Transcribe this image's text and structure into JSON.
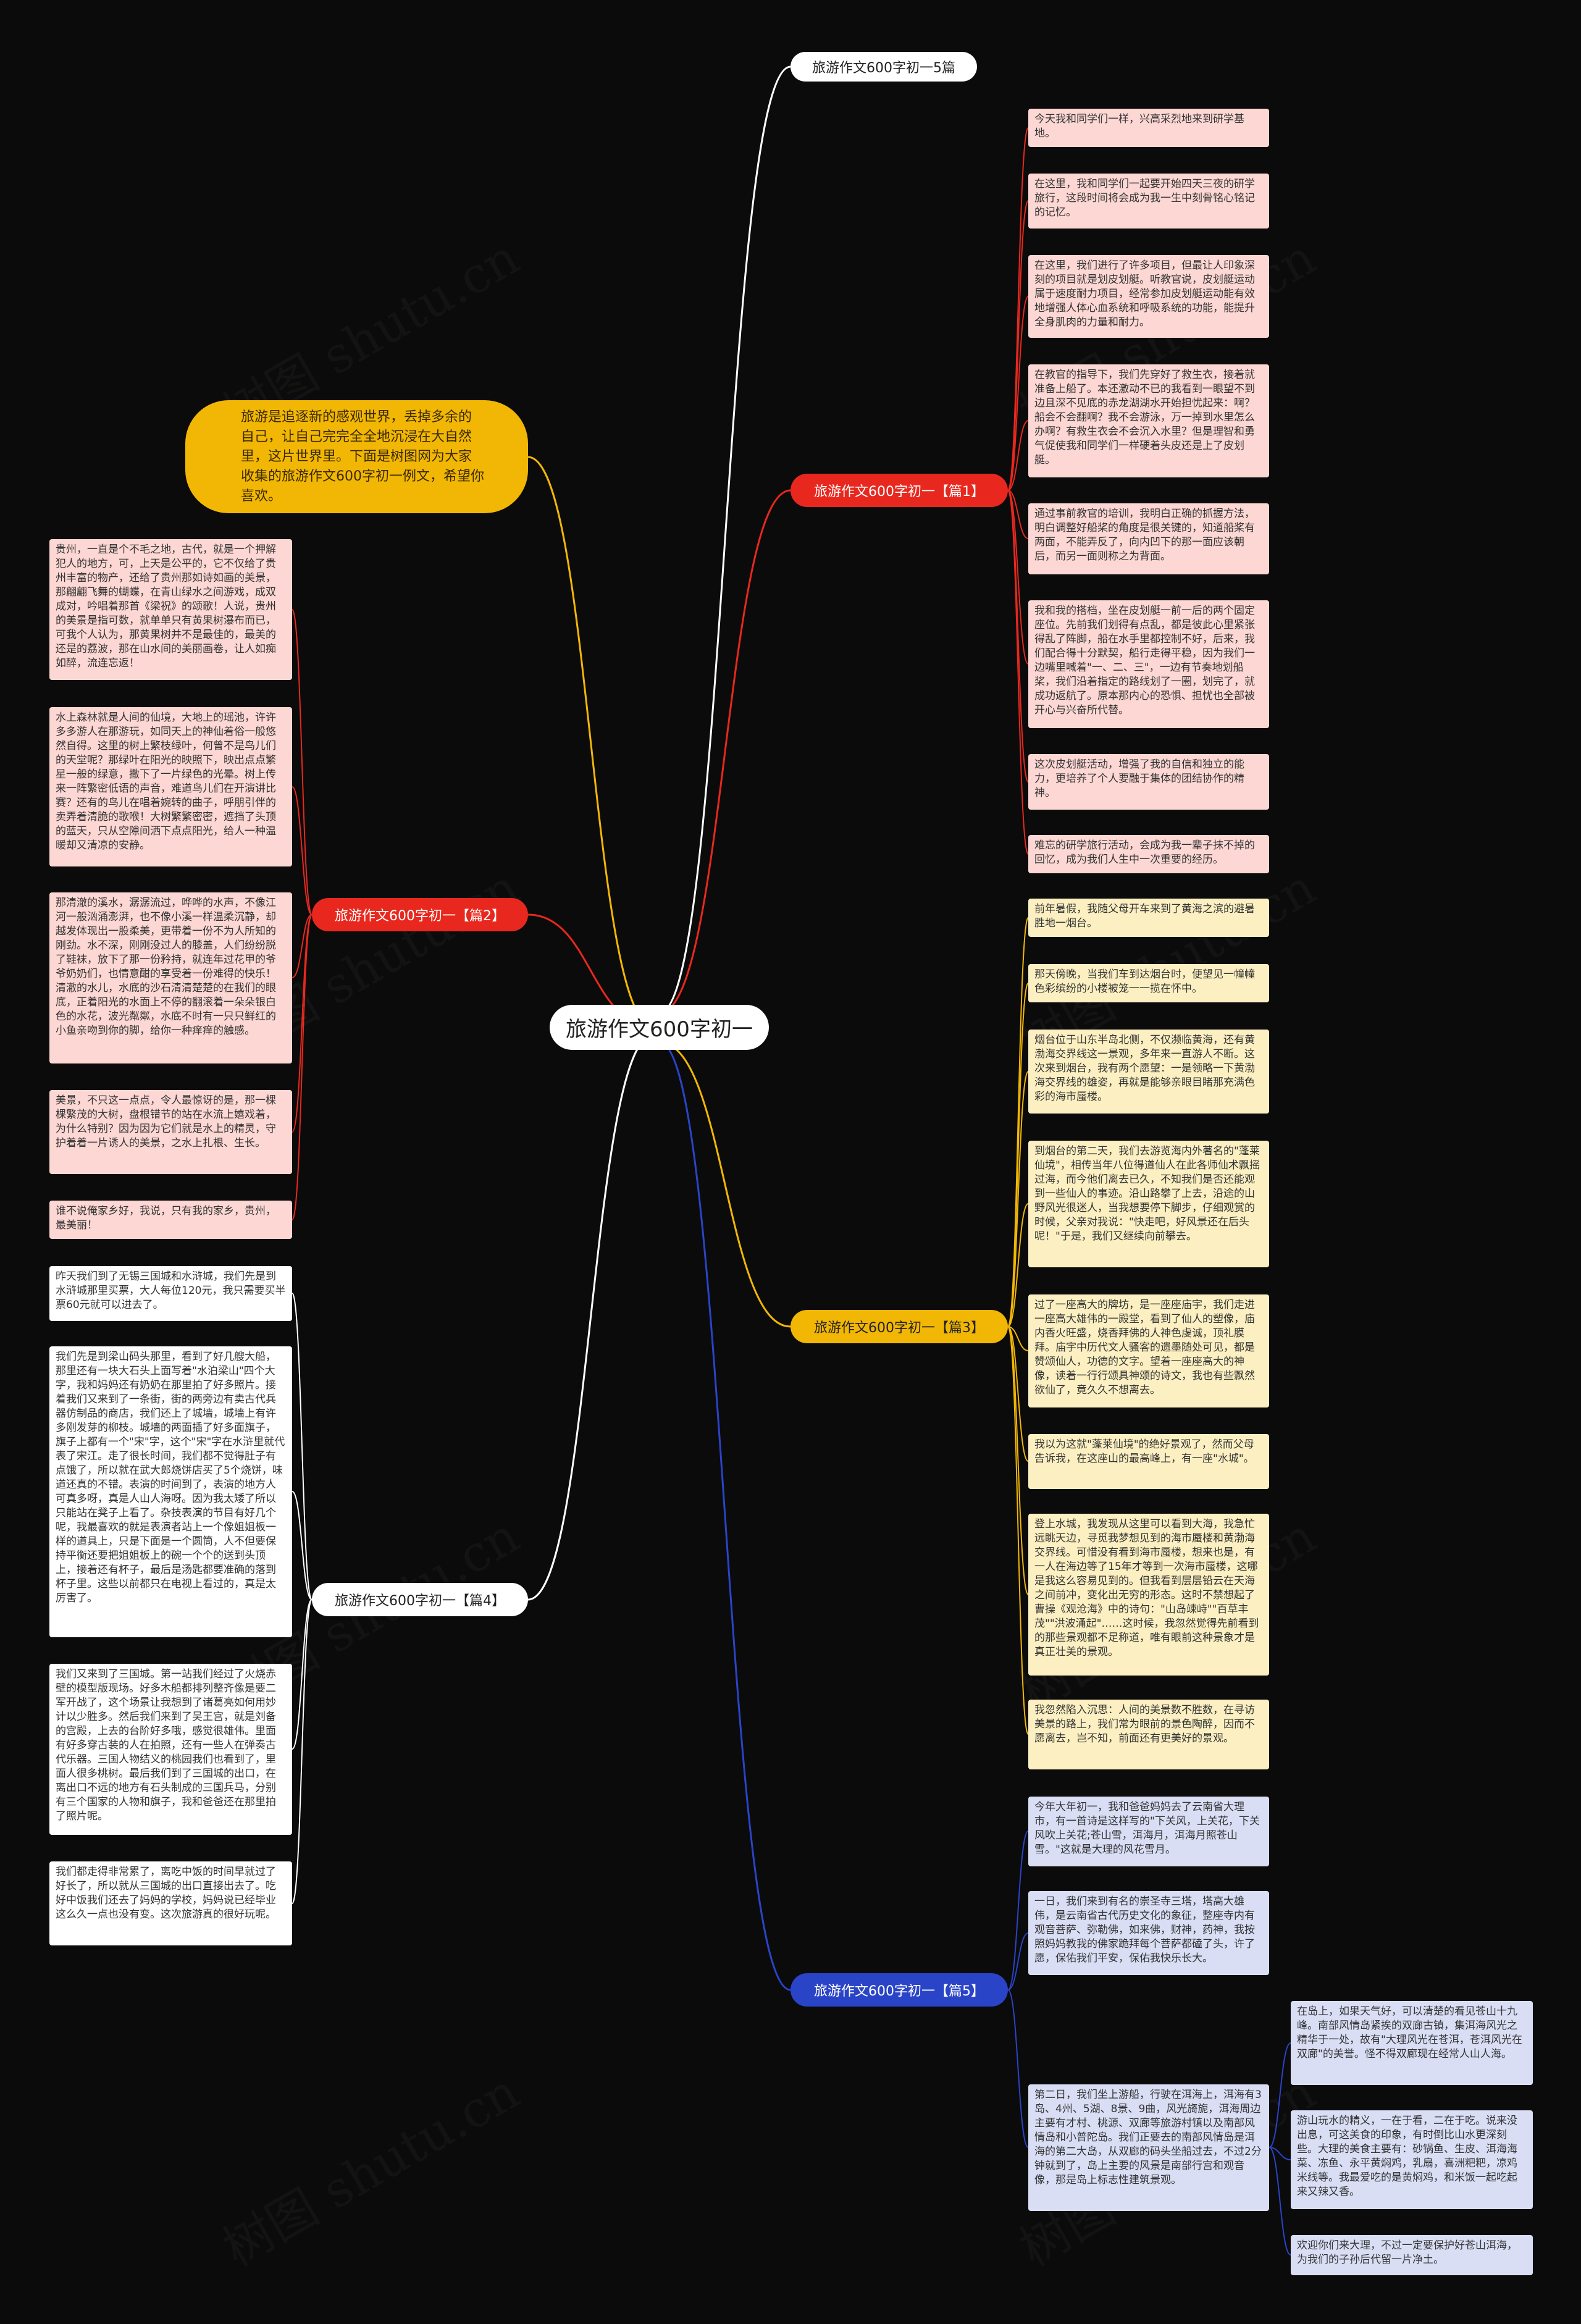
{
  "root": {
    "label": "旅游作文600字初一"
  },
  "intro": {
    "text": "旅游是追逐新的感观世界，丢掉多余的自己，让自己完完全全地沉浸在大自然里，这片世界里。下面是树图网为大家收集的旅游作文600字初一例文，希望你喜欢。"
  },
  "branches": {
    "b0": {
      "label": "旅游作文600字初一5篇"
    },
    "b1": {
      "label": "旅游作文600字初一【篇1】",
      "leaves": [
        "今天我和同学们一样，兴高采烈地来到研学基地。",
        "在这里，我和同学们一起要开始四天三夜的研学旅行，这段时间将会成为我一生中刻骨铭心铭记的记忆。",
        "在这里，我们进行了许多项目，但最让人印象深刻的项目就是划皮划艇。听教官说，皮划艇运动属于速度耐力项目，经常参加皮划艇运动能有效地增强人体心血系统和呼吸系统的功能，能提升全身肌肉的力量和耐力。",
        "在教官的指导下，我们先穿好了救生衣，接着就准备上船了。本还激动不已的我看到一眼望不到边且深不见底的赤龙湖湖水开始担忧起来：啊？船会不会翻啊？我不会游泳，万一掉到水里怎么办啊？有救生衣会不会沉入水里？但是理智和勇气促使我和同学们一样硬着头皮还是上了皮划艇。",
        "通过事前教官的培训，我明白正确的抓握方法，明白调整好船桨的角度是很关键的，知道船桨有两面，不能弄反了，向内凹下的那一面应该朝后，而另一面则称之为背面。",
        "我和我的搭档，坐在皮划艇一前一后的两个固定座位。先前我们划得有点乱，都是彼此心里紧张得乱了阵脚，船在水手里都控制不好，后来，我们配合得十分默契，船行走得平稳，因为我们一边嘴里喊着\"一、二、三\"，一边有节奏地划船桨，我们沿着指定的路线划了一圈，划完了，就成功返航了。原本那内心的恐惧、担忧也全部被开心与兴奋所代替。",
        "这次皮划艇活动，增强了我的自信和独立的能力，更培养了个人要融于集体的团结协作的精神。",
        "难忘的研学旅行活动，会成为我一辈子抹不掉的回忆，成为我们人生中一次重要的经历。"
      ]
    },
    "b2": {
      "label": "旅游作文600字初一【篇2】",
      "leaves": [
        "贵州，一直是个不毛之地，古代，就是一个押解犯人的地方，可，上天是公平的，它不仅给了贵州丰富的物产，还给了贵州那如诗如画的美景，那翩翩飞舞的蝴蝶，在青山绿水之间游戏，成双成对，吟唱着那首《梁祝》的颂歌！人说，贵州的美景是指可数，就单单只有黄果树瀑布而已，可我个人认为，那黄果树并不是最佳的，最美的还是的荔波，那在山水间的美丽画卷，让人如痴如醉，流连忘返！",
        "水上森林就是人间的仙境，大地上的瑶池，许许多多游人在那游玩，如同天上的神仙着俗一般悠然自得。这里的树上繁枝绿叶，何曾不是鸟儿们的天堂呢？那绿叶在阳光的映照下，映出点点繁星一般的绿意，撒下了一片绿色的光晕。树上传来一阵繁密低语的声音，难道鸟儿们在开演讲比赛？还有的鸟儿在唱着婉转的曲子，呼朋引伴的卖弄着清脆的歌喉！大树繁繁密密，遮挡了头顶的蓝天，只从空隙间洒下点点阳光，给人一种温暖却又清凉的安静。",
        "那清澈的溪水，潺潺流过，哗哗的水声，不像江河一般汹涌澎湃，也不像小溪一样温柔沉静，却越发体现出一股柔美，更带着一份不为人所知的刚劲。水不深，刚刚没过人的膝盖，人们纷纷脱了鞋袜，放下了那一份矜持，就连年过花甲的爷爷奶奶们，也情意酣的享受着一份难得的快乐！清澈的水儿，水底的沙石清清楚楚的在我们的眼底，正着阳光的水面上不停的翻滚着一朵朵银白色的水花，波光粼粼，水底不时有一只只鲜红的小鱼亲吻到你的脚，给你一种痒痒的触感。",
        "美景，不只这一点点，令人最惊讶的是，那一棵棵繁茂的大树，盘根错节的站在水流上嬉戏着，为什么特别？因为因为它们就是水上的精灵，守护着着一片诱人的美景，之水上扎根、生长。",
        "谁不说俺家乡好，我说，只有我的家乡，贵州，最美丽！"
      ]
    },
    "b3": {
      "label": "旅游作文600字初一【篇3】",
      "leaves": [
        "前年暑假，我随父母开车来到了黄海之滨的避暑胜地一烟台。",
        "那天傍晚，当我们车到达烟台时，便望见一幢幢色彩缤纷的小楼被笼一一揽在怀中。",
        "烟台位于山东半岛北侧，不仅濒临黄海，还有黄渤海交界线这一景观，多年来一直游人不断。这次来到烟台，我有两个愿望：一是领略一下黄渤海交界线的雄姿，再就是能够亲眼目睹那充满色彩的海市蜃楼。",
        "到烟台的第二天，我们去游览海内外著名的\"蓬莱仙境\"，相传当年八位得道仙人在此各师仙术飘摇过海，而今他们离去已久，不知我们是否还能观到一些仙人的事迹。沿山路攀了上去，沿途的山野风光很迷人，当我想要停下脚步，仔细观赏的时候，父亲对我说：\"快走吧，好风景还在后头呢！\"于是，我们又继续向前攀去。",
        "过了一座高大的牌坊，是一座座庙宇，我们走进一座高大雄伟的一殿堂，看到了仙人的塑像，庙内香火旺盛，烧香拜佛的人神色虔诚，顶礼膜拜。庙宇中历代文人骚客的遗墨随处可见，都是赞颂仙人，功德的文字。望着一座座高大的神像，读着一行行颂具神颂的诗文，我也有些飘然欲仙了，竟久久不想离去。",
        "我以为这就\"蓬莱仙境\"的绝好景观了，然而父母告诉我，在这座山的最高峰上，有一座\"水城\"。",
        "登上水城，我发现从这里可以看到大海，我急忙远眺天边，寻觅我梦想见到的海市蜃楼和黄渤海交界线。可惜没有看到海市蜃楼，想来也是，有一人在海边等了15年才等到一次海市蜃楼，这哪是我这么容易见到的。但我看到层层铅云在天海之间前冲，变化出无穷的形态。这时不禁想起了曹操《观沧海》中的诗句：\"山岛竦峙\"\"百草丰茂\"\"洪波涌起\"……这时候，我忽然觉得先前看到的那些景观都不足称道，唯有眼前这种景象才是真正壮美的景观。",
        "我忽然陷入沉思：人间的美景数不胜数，在寻访美景的路上，我们常为眼前的景色陶醉，因而不愿离去，岂不知，前面还有更美好的景观。"
      ]
    },
    "b4": {
      "label": "旅游作文600字初一【篇4】",
      "leaves": [
        "昨天我们到了无锡三国城和水浒城，我们先是到水浒城那里买票，大人每位120元，我只需要买半票60元就可以进去了。",
        "我们先是到梁山码头那里，看到了好几艘大船，那里还有一块大石头上面写着\"水泊梁山\"四个大字，我和妈妈还有奶奶在那里拍了好多照片。接着我们又来到了一条街，街的两旁边有卖古代兵器仿制品的商店，我们还上了城墙，城墙上有许多刚发芽的柳枝。城墙的两面插了好多面旗子，旗子上都有一个\"宋\"字，这个\"宋\"字在水浒里就代表了宋江。走了很长时间，我们都不觉得肚子有点饿了，所以就在武大郎烧饼店买了5个烧饼，味道还真的不错。表演的时间到了，表演的地方人可真多呀，真是人山人海呀。因为我太矮了所以只能站在凳子上看了。杂技表演的节目有好几个呢，我最喜欢的就是表演者站上一个像姐姐板一样的道具上，只是下面是一个圆筒，人不但要保持平衡还要把姐姐板上的碗一个个的送到头顶上，接着还有杯子，最后是汤匙都要准确的落到杯子里。这些以前都只在电视上看过的，真是太厉害了。",
        "我们又来到了三国城。第一站我们经过了火烧赤壁的模型版现场。好多木船都排列整齐像是要二军开战了，这个场景让我想到了诸葛亮如何用妙计以少胜多。然后我们来到了吴王宫，就是刘备的宫殿，上去的台阶好多哦，感觉很雄伟。里面有好多穿古装的人在拍照，还有一些人在弹奏古代乐器。三国人物结义的桃园我们也看到了，里面人很多桃树。最后我们到了三国城的出口，在离出口不远的地方有石头制成的三国兵马，分别有三个国家的人物和旗子，我和爸爸还在那里拍了照片呢。",
        "我们都走得非常累了，离吃中饭的时间早就过了好长了，所以就从三国城的出口直接出去了。吃好中饭我们还去了妈妈的学校，妈妈说已经毕业这么久一点也没有变。这次旅游真的很好玩呢。"
      ]
    },
    "b5": {
      "label": "旅游作文600字初一【篇5】",
      "leaves": [
        "今年大年初一，我和爸爸妈妈去了云南省大理市，有一首诗是这样写的\"下关风，上关花，下关风吹上关花;苍山雪，洱海月，洱海月照苍山雪。\"这就是大理的风花雪月。",
        "一日，我们来到有名的崇圣寺三塔，塔高大雄伟，是云南省古代历史文化的象征，整座寺内有观音菩萨、弥勒佛，如来佛，财神，药神，我按照妈妈教我的佛家跪拜每个菩萨都磕了头，许了愿，保佑我们平安，保佑我快乐长大。",
        "第二日，我们坐上游船，行驶在洱海上，洱海有3岛、4州、5湖、8景、9曲，风光旖旎，洱海周边主要有才村、桃源、双廊等旅游村镇以及南部风情岛和小普陀岛。我们正要去的南部风情岛是洱海的第二大岛，从双廊的码头坐船过去，不过2分钟就到了，岛上主要的风景是南部行宫和观音像，那是岛上标志性建筑景观。"
      ],
      "sub_leaves": [
        "在岛上，如果天气好，可以清楚的看见苍山十九峰。南部风情岛紧挨的双廊古镇，集洱海风光之精华于一处，故有\"大理风光在苍洱，苍洱风光在双廊\"的美誉。怪不得双廊现在经常人山人海。",
        "游山玩水的精义，一在于看，二在于吃。说来没出息，可这美食的印象，有时倒比山水更深刻些。大理的美食主要有：砂锅鱼、生皮、洱海海菜、冻鱼、永平黄焖鸡，乳扇，喜洲粑粑，凉鸡米线等。我最爱吃的是黄焖鸡，和米饭一起吃起来又辣又香。",
        "欢迎你们来大理，不过一定要保护好苍山洱海，为我们的子孙后代留一片净土。"
      ]
    }
  },
  "colors": {
    "background": "#0b0b0b",
    "red": "#e8281e",
    "yellow": "#f2b705",
    "blue": "#2a44c8",
    "white": "#ffffff",
    "leaf_red": "#fcd7d3",
    "leaf_yellow": "#fcf0c2",
    "leaf_blue": "#d9def5"
  }
}
